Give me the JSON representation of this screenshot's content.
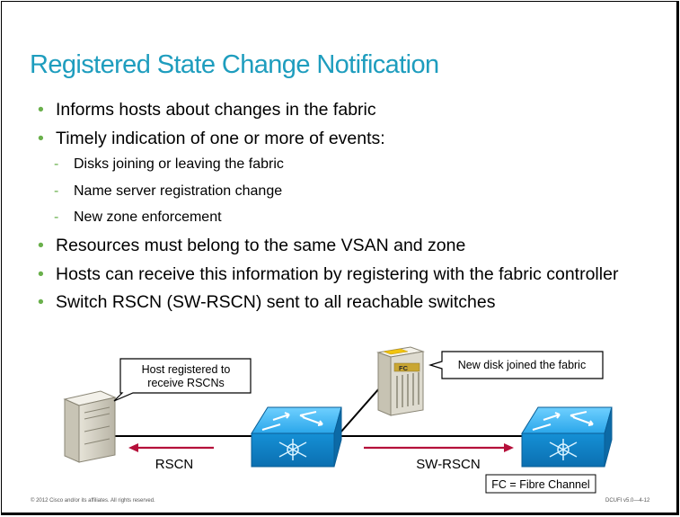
{
  "title": "Registered State Change Notification",
  "bullets": [
    {
      "text": "Informs hosts about changes in the fabric"
    },
    {
      "text": "Timely indication of one or more of events:"
    },
    {
      "text": "Resources must belong to the same VSAN and zone"
    },
    {
      "text": "Hosts can receive this information by registering with the fabric controller"
    },
    {
      "text": "Switch RSCN (SW-RSCN) sent to all reachable switches"
    }
  ],
  "sub_bullets": [
    {
      "text": "Disks joining or leaving the fabric"
    },
    {
      "text": "Name server registration change"
    },
    {
      "text": "New zone enforcement"
    }
  ],
  "diagram": {
    "host_callout_line1": "Host registered to",
    "host_callout_line2": "receive RSCNs",
    "disk_callout": "New disk joined the fabric",
    "disk_label": "FC",
    "rscn_label": "RSCN",
    "sw_rscn_label": "SW-RSCN",
    "legend": "FC = Fibre Channel",
    "arrow_color": "#b5103a",
    "switch_color": "#1aa3e8"
  },
  "footer": {
    "copyright": "© 2012 Cisco and/or its affiliates. All rights reserved.",
    "course_code": "DCUFI v5.0—4-12"
  }
}
